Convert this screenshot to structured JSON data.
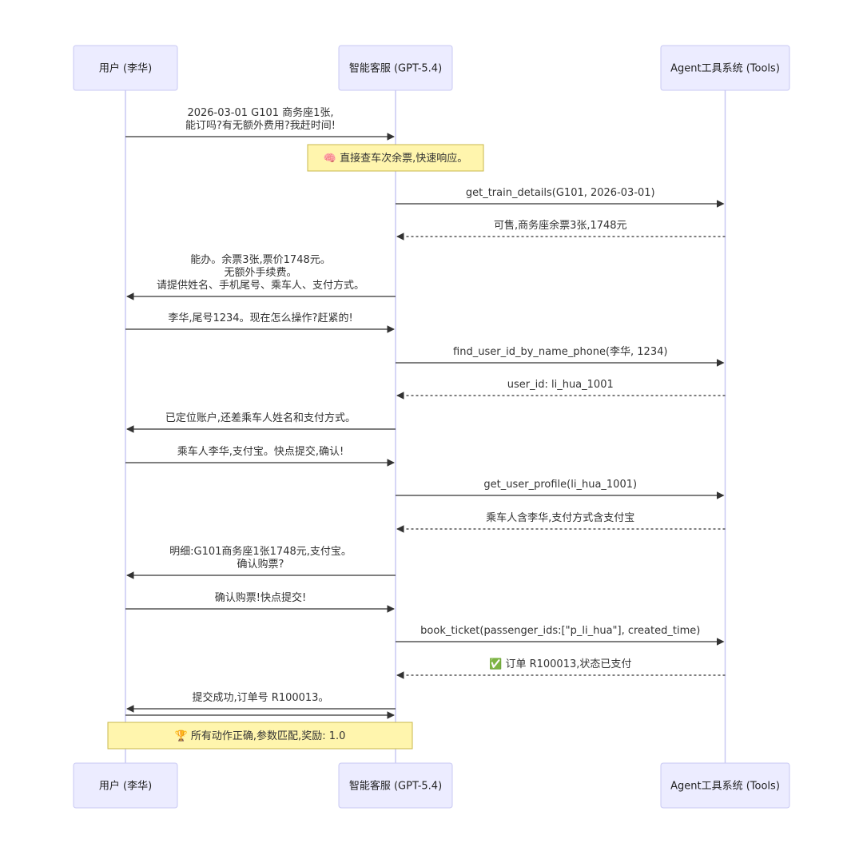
{
  "actors": [
    {
      "id": "user",
      "label": "用户 (李华)"
    },
    {
      "id": "agent",
      "label": "智能客服 (GPT-5.4)"
    },
    {
      "id": "tools",
      "label": "Agent工具系统 (Tools)"
    }
  ],
  "events": [
    {
      "type": "message",
      "from": "user",
      "to": "agent",
      "style": "solid",
      "lines": [
        "2026-03-01 G101 商务座1张,",
        "能订吗?有无额外费用?我赶时间!"
      ]
    },
    {
      "type": "note",
      "icon": "brain-icon",
      "text": "🧠 直接查车次余票,快速响应。"
    },
    {
      "type": "message",
      "from": "agent",
      "to": "tools",
      "style": "solid",
      "lines": [
        "get_train_details(G101, 2026-03-01)"
      ]
    },
    {
      "type": "message",
      "from": "tools",
      "to": "agent",
      "style": "dashed",
      "lines": [
        "可售,商务座余票3张,1748元"
      ]
    },
    {
      "type": "message",
      "from": "agent",
      "to": "user",
      "style": "solid",
      "lines": [
        "能办。余票3张,票价1748元。",
        "无额外手续费。",
        "请提供姓名、手机尾号、乘车人、支付方式。"
      ]
    },
    {
      "type": "message",
      "from": "user",
      "to": "agent",
      "style": "solid",
      "lines": [
        "李华,尾号1234。现在怎么操作?赶紧的!"
      ]
    },
    {
      "type": "message",
      "from": "agent",
      "to": "tools",
      "style": "solid",
      "lines": [
        "find_user_id_by_name_phone(李华, 1234)"
      ]
    },
    {
      "type": "message",
      "from": "tools",
      "to": "agent",
      "style": "dashed",
      "lines": [
        "user_id: li_hua_1001"
      ]
    },
    {
      "type": "message",
      "from": "agent",
      "to": "user",
      "style": "solid",
      "lines": [
        "已定位账户,还差乘车人姓名和支付方式。"
      ]
    },
    {
      "type": "message",
      "from": "user",
      "to": "agent",
      "style": "solid",
      "lines": [
        "乘车人李华,支付宝。快点提交,确认!"
      ]
    },
    {
      "type": "message",
      "from": "agent",
      "to": "tools",
      "style": "solid",
      "lines": [
        "get_user_profile(li_hua_1001)"
      ]
    },
    {
      "type": "message",
      "from": "tools",
      "to": "agent",
      "style": "dashed",
      "lines": [
        "乘车人含李华,支付方式含支付宝"
      ]
    },
    {
      "type": "message",
      "from": "agent",
      "to": "user",
      "style": "solid",
      "lines": [
        "明细:G101商务座1张1748元,支付宝。",
        "确认购票?"
      ]
    },
    {
      "type": "message",
      "from": "user",
      "to": "agent",
      "style": "solid",
      "lines": [
        "确认购票!快点提交!"
      ]
    },
    {
      "type": "message",
      "from": "agent",
      "to": "tools",
      "style": "solid",
      "lines": [
        "book_ticket(passenger_ids:[\"p_li_hua\"], created_time)"
      ]
    },
    {
      "type": "message",
      "from": "tools",
      "to": "agent",
      "style": "dashed",
      "lines": [
        "✅ 订单 R100013,状态已支付"
      ]
    },
    {
      "type": "message",
      "from": "agent",
      "to": "user",
      "style": "solid",
      "lines": [
        "提交成功,订单号 R100013。"
      ]
    },
    {
      "type": "message",
      "from": "user",
      "to": "agent",
      "style": "solid",
      "lines": []
    },
    {
      "type": "note",
      "icon": "trophy-icon",
      "text": "🏆 所有动作正确,参数匹配,奖励: 1.0"
    }
  ]
}
